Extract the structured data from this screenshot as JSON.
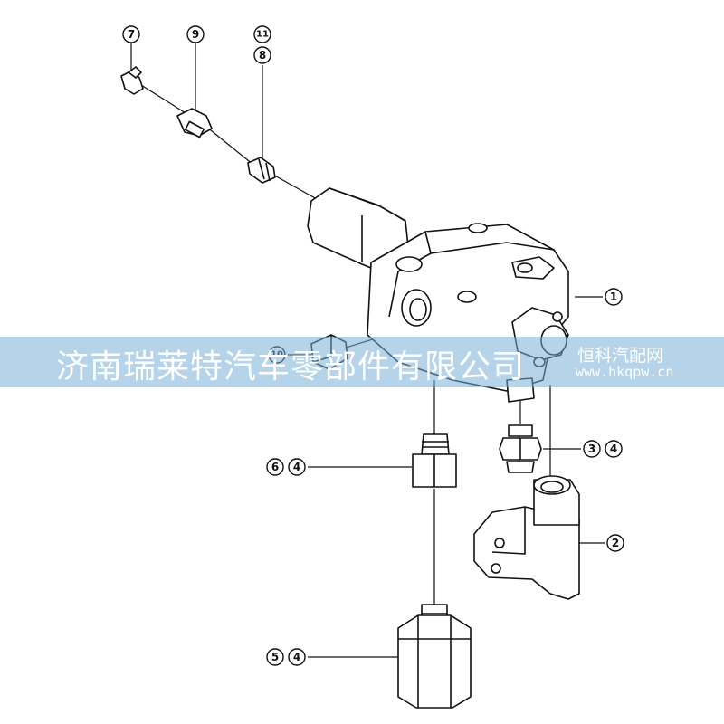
{
  "callouts": {
    "c7": "7",
    "c9": "9",
    "c11": "11",
    "c8": "8",
    "c1": "1",
    "c10": "10",
    "c3": "3",
    "c4a": "4",
    "c6": "6",
    "c4b": "4",
    "c2": "2",
    "c5": "5",
    "c4c": "4"
  },
  "watermark": {
    "company": "济南瑞莱特汽车零部件有限公司",
    "site": "恒科汽配网",
    "url": "www.hkqpw.cn"
  }
}
